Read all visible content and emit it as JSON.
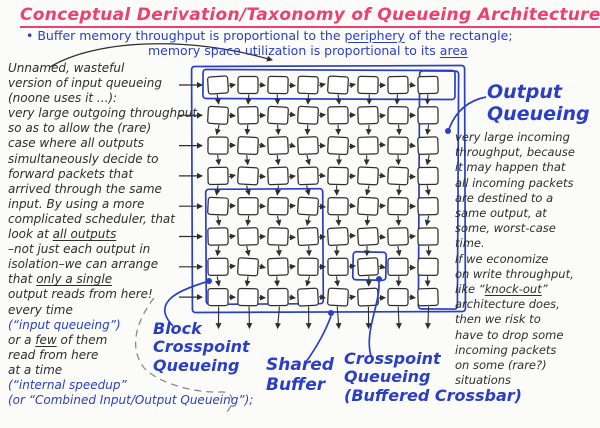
{
  "title": "Conceptual Derivation/Taxonomy of Queueing Architectures",
  "subtitle": {
    "lines": [
      {
        "segments": [
          {
            "t": "• Buffer memory throughput is proportional to the "
          },
          {
            "t": "periphery",
            "u": true
          },
          {
            "t": " of the rectangle;"
          }
        ]
      },
      {
        "indent": true,
        "segments": [
          {
            "t": "memory space utilization is proportional to its "
          },
          {
            "t": "area",
            "u": true
          }
        ]
      }
    ]
  },
  "left_note": {
    "lines": [
      {
        "segments": [
          {
            "t": "Unnamed, wasteful"
          }
        ]
      },
      {
        "segments": [
          {
            "t": "version of input queueing"
          }
        ]
      },
      {
        "segments": [
          {
            "t": "(noone uses it ...):"
          }
        ]
      },
      {
        "segments": [
          {
            "t": "very large outgoing throughput,"
          }
        ]
      },
      {
        "segments": [
          {
            "t": "so as to allow the (rare)"
          }
        ]
      },
      {
        "segments": [
          {
            "t": "case where all outputs"
          }
        ]
      },
      {
        "segments": [
          {
            "t": "simultaneously decide to"
          }
        ]
      },
      {
        "segments": [
          {
            "t": "forward packets that"
          }
        ]
      },
      {
        "segments": [
          {
            "t": "arrived through the same"
          }
        ]
      },
      {
        "segments": [
          {
            "t": "input.  By using a more"
          }
        ]
      },
      {
        "segments": [
          {
            "t": "complicated scheduler, that"
          }
        ]
      },
      {
        "segments": [
          {
            "t": "look at "
          },
          {
            "t": "all outputs",
            "u": true
          }
        ]
      },
      {
        "segments": [
          {
            "t": "–not just each output in"
          }
        ]
      },
      {
        "segments": [
          {
            "t": "isolation–we can arrange"
          }
        ]
      },
      {
        "segments": [
          {
            "t": "that "
          },
          {
            "t": "only a single",
            "u": true
          }
        ]
      },
      {
        "segments": [
          {
            "t": "output reads from here!"
          }
        ]
      },
      {
        "segments": [
          {
            "t": "every time"
          }
        ]
      },
      {
        "blue": true,
        "segments": [
          {
            "t": "(“input queueing”)"
          }
        ]
      },
      {
        "segments": [
          {
            "t": "or a "
          },
          {
            "t": "few",
            "u": true
          },
          {
            "t": " of them"
          }
        ]
      },
      {
        "segments": [
          {
            "t": "read from here"
          }
        ]
      },
      {
        "segments": [
          {
            "t": "at a time"
          }
        ]
      },
      {
        "blue": true,
        "segments": [
          {
            "t": "(“internal speedup”"
          }
        ]
      },
      {
        "blue": true,
        "segments": [
          {
            "t": "(or “Combined Input/Output Queueing”);"
          }
        ]
      }
    ]
  },
  "right_note": {
    "heading": "Output\nQueueing",
    "lines": [
      {
        "segments": [
          {
            "t": "very large incoming"
          }
        ]
      },
      {
        "segments": [
          {
            "t": "throughput, because"
          }
        ]
      },
      {
        "segments": [
          {
            "t": "it may happen that"
          }
        ]
      },
      {
        "segments": [
          {
            "t": "all incoming packets"
          }
        ]
      },
      {
        "segments": [
          {
            "t": "are destined to a"
          }
        ]
      },
      {
        "segments": [
          {
            "t": "same output, at"
          }
        ]
      },
      {
        "segments": [
          {
            "t": "some, worst-case"
          }
        ]
      },
      {
        "segments": [
          {
            "t": "time."
          }
        ]
      },
      {
        "segments": [
          {
            "t": "If we economize"
          }
        ]
      },
      {
        "segments": [
          {
            "t": "on write throughput,"
          }
        ]
      },
      {
        "segments": [
          {
            "t": "like “"
          },
          {
            "t": "knock-out",
            "u": true
          },
          {
            "t": "”"
          }
        ]
      },
      {
        "segments": [
          {
            "t": "architecture does,"
          }
        ]
      },
      {
        "segments": [
          {
            "t": "then we risk to"
          }
        ]
      },
      {
        "segments": [
          {
            "t": "have to drop some"
          }
        ]
      },
      {
        "segments": [
          {
            "t": "incoming packets"
          }
        ]
      },
      {
        "segments": [
          {
            "t": "on some (rare?)"
          }
        ]
      },
      {
        "segments": [
          {
            "t": "situations"
          }
        ]
      }
    ]
  },
  "labels": {
    "block": "Block\nCrosspoint\nQueueing",
    "shared": "Shared\nBuffer",
    "crosspoint": "Crosspoint\nQueueing\n(Buffered Crossbar)"
  },
  "diagram": {
    "rows": 8,
    "cols": 8,
    "regions": [
      {
        "name": "shared-buffer-outer"
      },
      {
        "name": "input-queueing-row"
      },
      {
        "name": "output-queueing-column"
      },
      {
        "name": "block-crosspoint-region"
      },
      {
        "name": "crosspoint-cell"
      }
    ]
  },
  "colors": {
    "title_pink": "#ee4070",
    "ink_blue": "#2b3fc6",
    "ink_black": "#2e2e2e",
    "dash_gray": "#8a8a8a"
  }
}
